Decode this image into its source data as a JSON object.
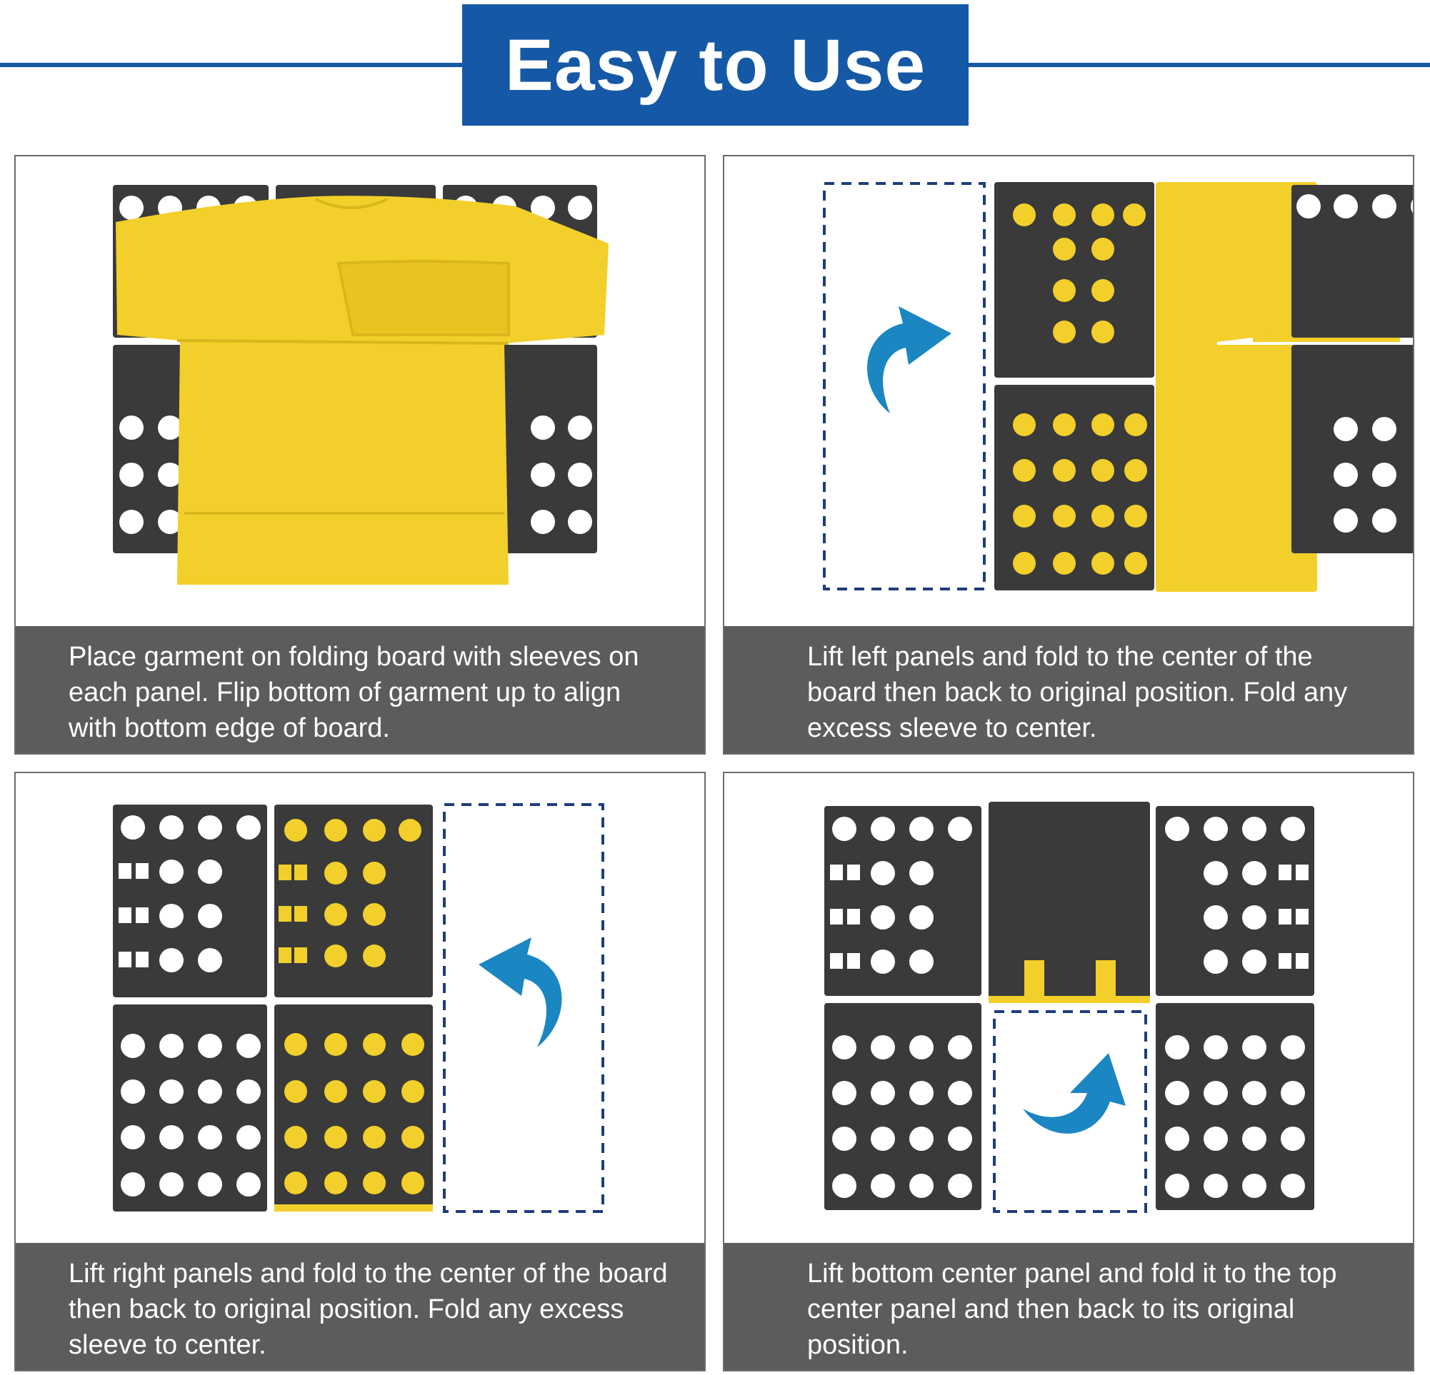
{
  "header": {
    "title": "Easy to Use",
    "banner_color": "#1559a6"
  },
  "colors": {
    "board": "#3a3a3a",
    "board_edge": "#2a2a2a",
    "hole": "#ffffff",
    "garment": "#f2cf2a",
    "garment_shade": "#d9b61c",
    "arrow": "#1a86c2",
    "dash": "#1f3d7a",
    "caption_bg": "#5c5c5c"
  },
  "steps": [
    {
      "caption": "Place garment on folding board with sleeves on each panel. Flip bottom of garment up to align with bottom edge of board.",
      "illustration": "board-with-garment"
    },
    {
      "caption": "Lift left panels and fold to the center of the board then back to original position. Fold any excess sleeve to center.",
      "illustration": "left-panels-folded",
      "arrow_icon": "curved-arrow-right-icon"
    },
    {
      "caption": "Lift right panels and fold to the center of the board then back to original position. Fold any excess sleeve to center.",
      "illustration": "right-panels-folded",
      "arrow_icon": "curved-arrow-left-icon"
    },
    {
      "caption": "Lift bottom center panel and fold it to the top center panel and then back to its original position.",
      "illustration": "bottom-panel-folded",
      "arrow_icon": "curved-arrow-up-icon"
    }
  ]
}
